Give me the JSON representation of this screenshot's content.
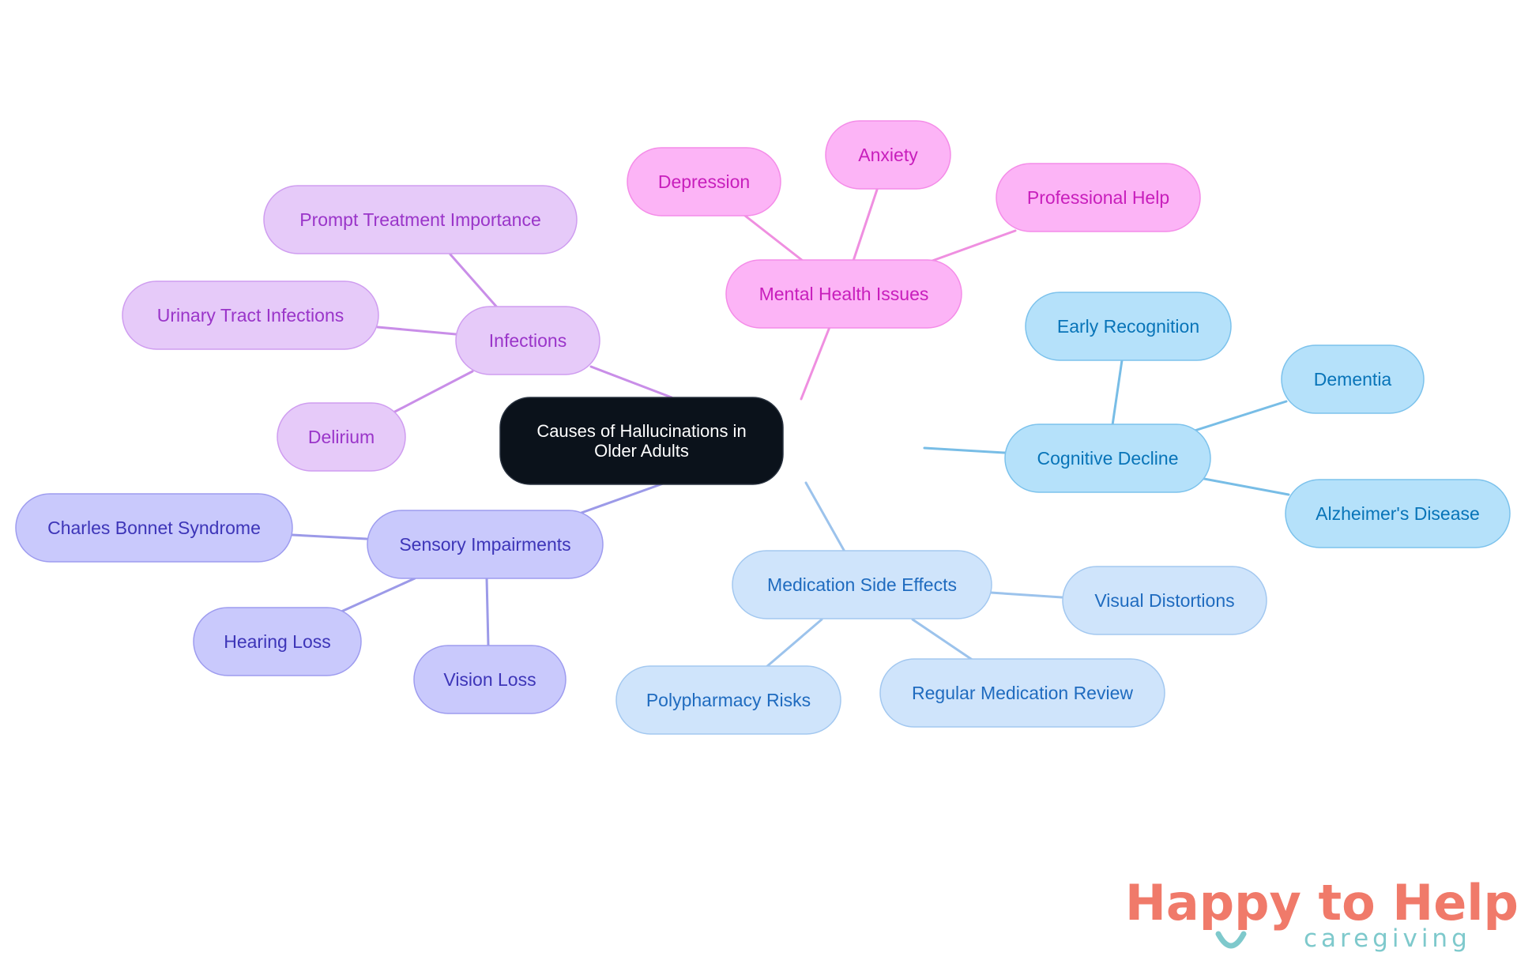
{
  "mindmap": {
    "root": {
      "id": "root",
      "lines": [
        "Causes of Hallucinations in",
        "Older Adults"
      ]
    },
    "branches": [
      {
        "id": "mental-health",
        "label": "Mental Health Issues",
        "palette": "pink",
        "children": [
          {
            "id": "depression",
            "label": "Depression"
          },
          {
            "id": "anxiety",
            "label": "Anxiety"
          },
          {
            "id": "professional-help",
            "label": "Professional Help"
          }
        ]
      },
      {
        "id": "infections",
        "label": "Infections",
        "palette": "lilac",
        "children": [
          {
            "id": "prompt-treatment",
            "label": "Prompt Treatment Importance"
          },
          {
            "id": "uti",
            "label": "Urinary Tract Infections"
          },
          {
            "id": "delirium",
            "label": "Delirium"
          }
        ]
      },
      {
        "id": "cognitive-decline",
        "label": "Cognitive Decline",
        "palette": "sky",
        "children": [
          {
            "id": "early-recognition",
            "label": "Early Recognition"
          },
          {
            "id": "dementia",
            "label": "Dementia"
          },
          {
            "id": "alzheimers",
            "label": "Alzheimer's Disease"
          }
        ]
      },
      {
        "id": "sensory-impairments",
        "label": "Sensory Impairments",
        "palette": "periwinkle",
        "children": [
          {
            "id": "charles-bonnet",
            "label": "Charles Bonnet Syndrome"
          },
          {
            "id": "hearing-loss",
            "label": "Hearing Loss"
          },
          {
            "id": "vision-loss",
            "label": "Vision Loss"
          }
        ]
      },
      {
        "id": "medication-side-effects",
        "label": "Medication Side Effects",
        "palette": "pale-blue",
        "children": [
          {
            "id": "visual-distortions",
            "label": "Visual Distortions"
          },
          {
            "id": "polypharmacy",
            "label": "Polypharmacy Risks"
          },
          {
            "id": "medication-review",
            "label": "Regular Medication Review"
          }
        ]
      }
    ]
  },
  "palettes": {
    "root": {
      "fill": "#0b121b",
      "stroke": "#2a3340",
      "text": "#ffffff"
    },
    "pink": {
      "fill": "#fcb4f6",
      "stroke": "#f48ce8",
      "text": "#c81ebc",
      "edge": "#ef8fe0"
    },
    "lilac": {
      "fill": "#e6caf9",
      "stroke": "#cf9df0",
      "text": "#9a35c9",
      "edge": "#c98ee8"
    },
    "sky": {
      "fill": "#b5e1fa",
      "stroke": "#7cc2ec",
      "text": "#0874b8",
      "edge": "#78bde6"
    },
    "periwinkle": {
      "fill": "#c9c9fc",
      "stroke": "#9e9cef",
      "text": "#3d35b8",
      "edge": "#9c9ae8"
    },
    "pale-blue": {
      "fill": "#cfe4fb",
      "stroke": "#a3c8f0",
      "text": "#1f6bbf",
      "edge": "#9cc3ec"
    }
  },
  "logo": {
    "word_happy": "Happy",
    "word_to_help": " to Help",
    "sub": "caregiving",
    "main_color": "#f07a6a",
    "accent_color": "#7ec9cc"
  }
}
